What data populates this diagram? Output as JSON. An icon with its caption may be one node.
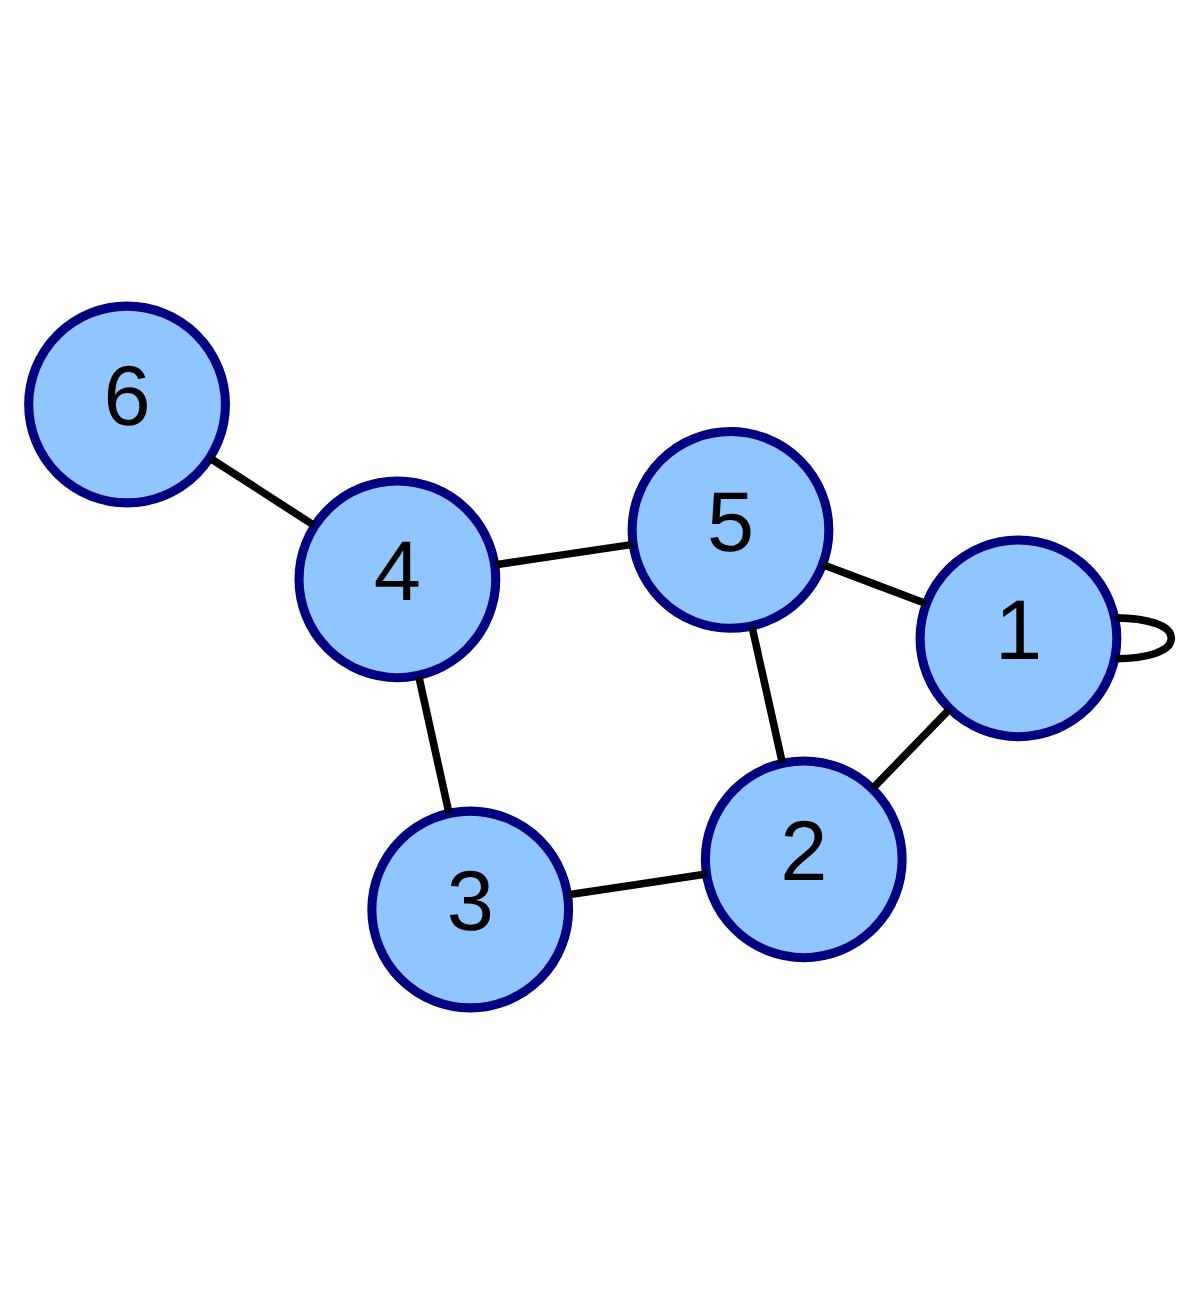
{
  "diagram": {
    "nodes": [
      {
        "text": [
          "1"
        ]
      },
      {
        "text": [
          "2"
        ]
      },
      {
        "text": [
          "3"
        ]
      },
      {
        "text": [
          "4"
        ]
      },
      {
        "text": [
          "5"
        ]
      },
      {
        "text": [
          "6"
        ]
      }
    ],
    "edges": [
      {
        "from": 0,
        "to": 0,
        "arrow": "none"
      },
      {
        "from": 0,
        "to": 1,
        "arrow": "none"
      },
      {
        "from": 0,
        "to": 4,
        "arrow": "none"
      },
      {
        "from": 1,
        "to": 4,
        "arrow": "none"
      },
      {
        "from": 1,
        "to": 2,
        "arrow": "none"
      },
      {
        "from": 2,
        "to": 3,
        "arrow": "none"
      },
      {
        "from": 3,
        "to": 4,
        "arrow": "none"
      },
      {
        "from": 3,
        "to": 5,
        "arrow": "none"
      }
    ]
  }
}
